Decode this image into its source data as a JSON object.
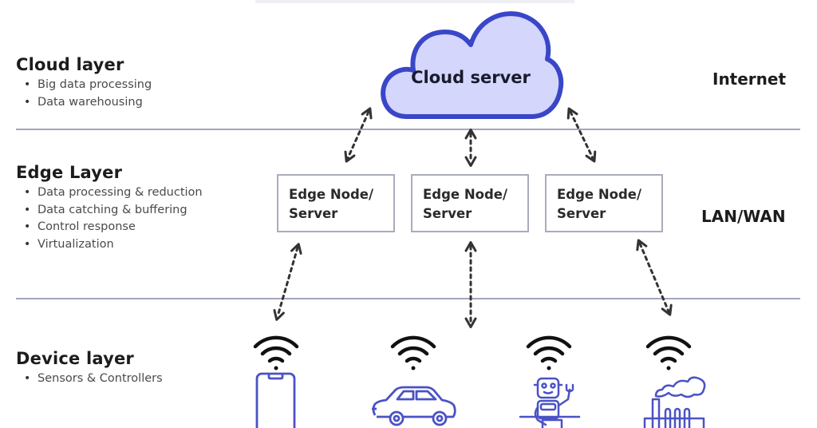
{
  "diagram": {
    "layers": [
      {
        "title": "Cloud layer",
        "bullets": [
          "Big data processing",
          "Data warehousing"
        ],
        "network_label": "Internet"
      },
      {
        "title": "Edge Layer",
        "bullets": [
          "Data processing & reduction",
          "Data catching & buffering",
          "Control response",
          "Virtualization"
        ],
        "network_label": "LAN/WAN"
      },
      {
        "title": "Device layer",
        "bullets": [
          "Sensors & Controllers"
        ],
        "network_label": ""
      }
    ],
    "cloud_node": {
      "label": "Cloud server",
      "fill_color": "#d4d6fb",
      "stroke_color": "#3a46c8"
    },
    "edge_nodes": [
      {
        "line1": "Edge Node/",
        "line2": "Server"
      },
      {
        "line1": "Edge Node/",
        "line2": "Server"
      },
      {
        "line1": "Edge Node/",
        "line2": "Server"
      }
    ],
    "devices": [
      {
        "icon": "smartphone-icon",
        "connectivity": "wifi-icon"
      },
      {
        "icon": "car-icon",
        "connectivity": "wifi-icon"
      },
      {
        "icon": "robot-icon",
        "connectivity": "wifi-icon"
      },
      {
        "icon": "factory-icon",
        "connectivity": "wifi-icon"
      }
    ],
    "colors": {
      "device_icon": "#4b52c4",
      "divider": "#a3a7bd",
      "arrow": "#333333"
    }
  }
}
